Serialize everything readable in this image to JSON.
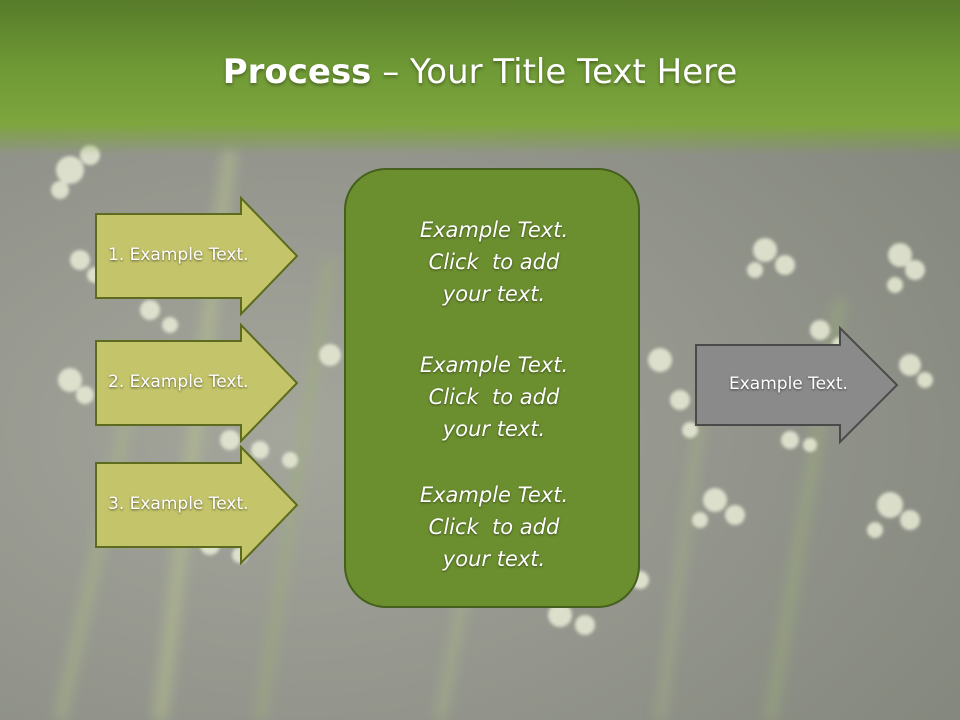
{
  "title": {
    "strong": "Process",
    "rest": " – Your Title Text Here"
  },
  "left_steps": [
    "1. Example Text.",
    "2. Example Text.",
    "3. Example Text."
  ],
  "center_blocks": [
    {
      "lines": [
        "Example Text.",
        "Click  to add",
        "your text."
      ]
    },
    {
      "lines": [
        "Example Text.",
        "Click  to add",
        "your text."
      ]
    },
    {
      "lines": [
        "Example Text.",
        "Click  to add",
        "your text."
      ]
    }
  ],
  "output": "Example Text.",
  "colors": {
    "header": "#6f9a35",
    "center_box": "#6b8e2f",
    "left_arrow_fill": "#c4c46a",
    "left_arrow_border": "#5d6b1e",
    "right_arrow_fill": "#8a8a8a",
    "right_arrow_border": "#4a4a4a"
  }
}
